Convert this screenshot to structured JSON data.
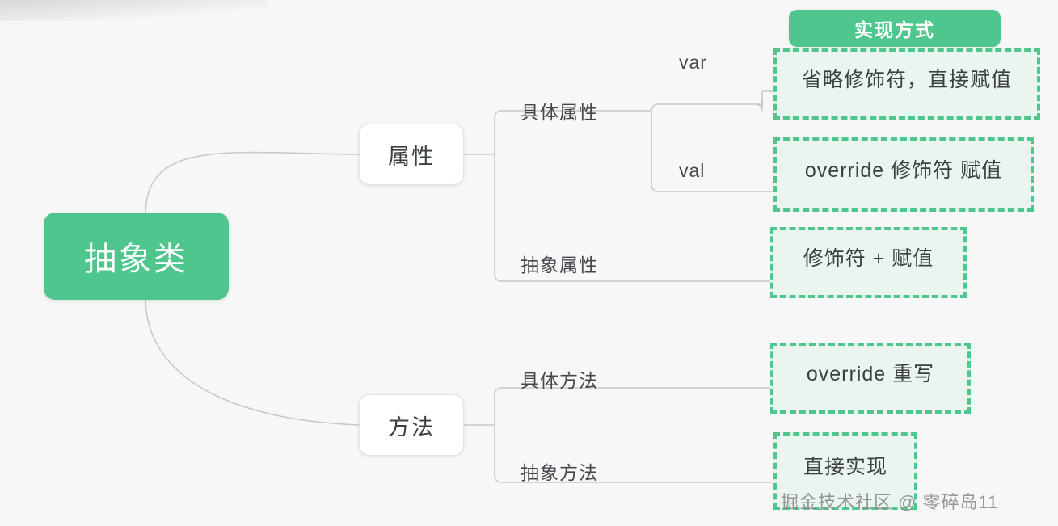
{
  "diagram": {
    "type": "mindmap",
    "root": {
      "label": "抽象类"
    },
    "header": {
      "label": "实现方式"
    },
    "branches": [
      {
        "label": "属性",
        "children": [
          {
            "label": "具体属性",
            "children": [
              {
                "label": "var",
                "leaf": "省略修饰符，直接赋值"
              },
              {
                "label": "val",
                "leaf": "override 修饰符 赋值"
              }
            ]
          },
          {
            "label": "抽象属性",
            "leaf": "修饰符 + 赋值"
          }
        ]
      },
      {
        "label": "方法",
        "children": [
          {
            "label": "具体方法",
            "leaf": "override 重写"
          },
          {
            "label": "抽象方法",
            "leaf": "直接实现"
          }
        ]
      }
    ],
    "labels": {
      "prop": "属性",
      "meth": "方法",
      "concrete_prop": "具体属性",
      "abstract_prop": "抽象属性",
      "var": "var",
      "val": "val",
      "concrete_meth": "具体方法",
      "abstract_meth": "抽象方法"
    },
    "leaves": {
      "omit_modifier": "省略修饰符，直接赋值",
      "override_modifier": "override 修饰符 赋值",
      "modifier_plus_assign": "修饰符 + 赋值",
      "override_rewrite": "override 重写",
      "direct_impl": "直接实现"
    },
    "watermark": "掘金技术社区 @ 零碎岛11",
    "colors": {
      "accent_green": "#4ec68d",
      "leaf_fill": "#e9f5ee",
      "connector": "#c9c9c9",
      "background": "#f7f7f7",
      "text": "#3c4043"
    }
  }
}
